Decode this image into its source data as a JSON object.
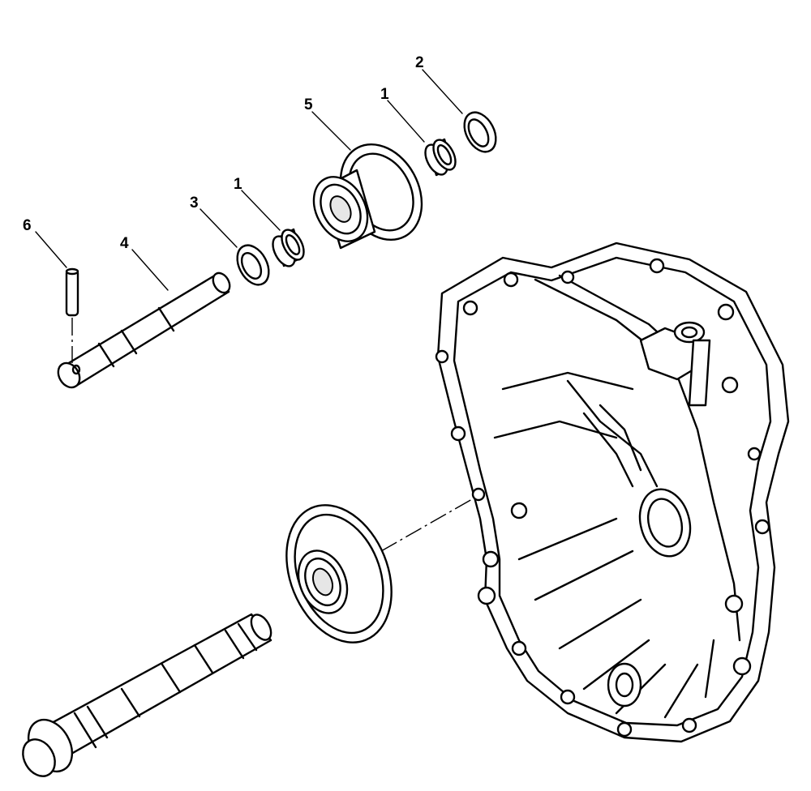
{
  "callouts": {
    "c1a": "1",
    "c1b": "1",
    "c2": "2",
    "c3": "3",
    "c4": "4",
    "c5": "5",
    "c6": "6"
  }
}
